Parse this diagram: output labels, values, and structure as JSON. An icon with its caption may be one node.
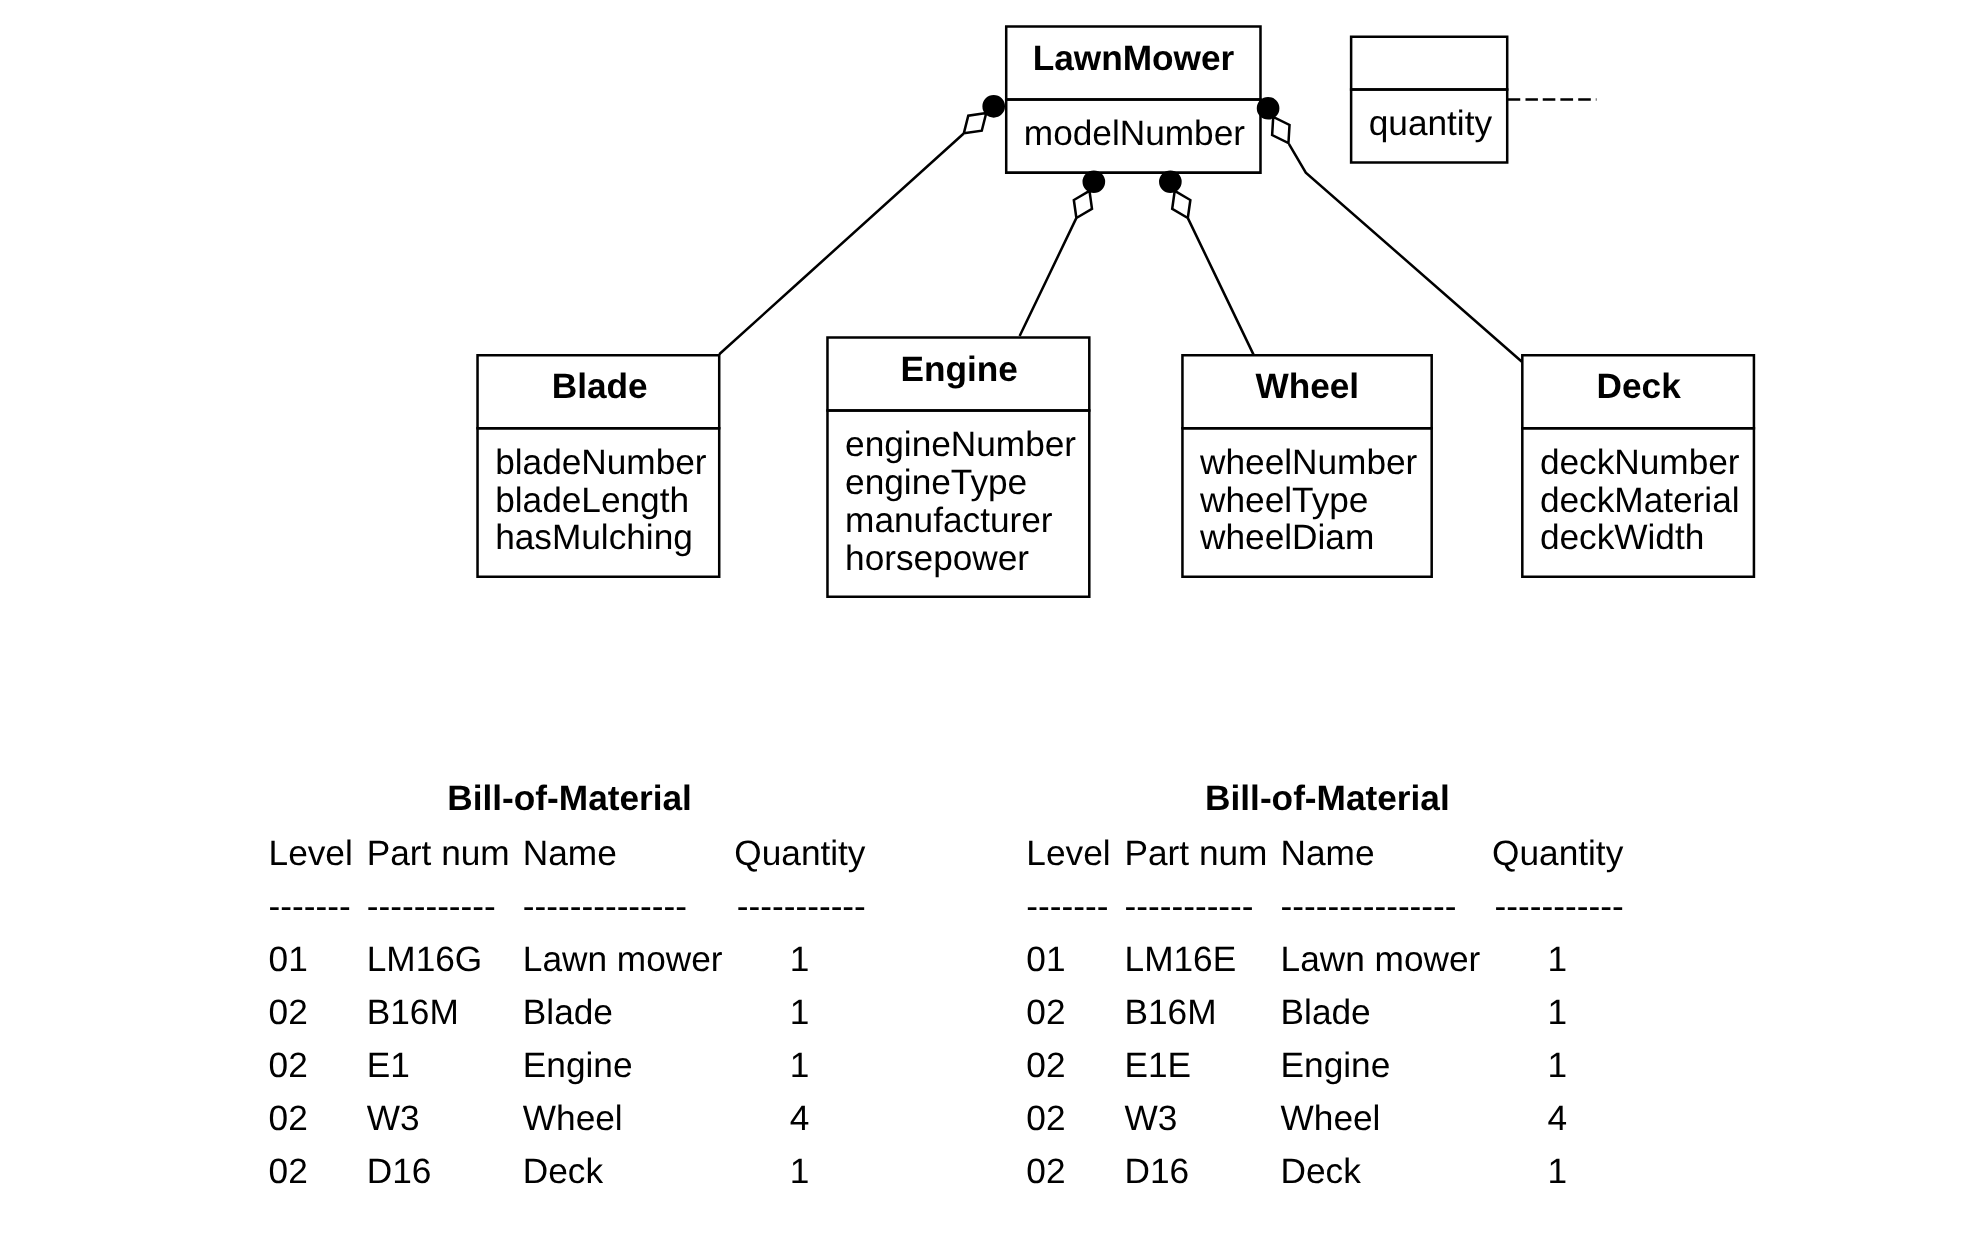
{
  "diagram": {
    "nodes": [
      {
        "text": [
          "LawnMower",
          "modelNumber"
        ]
      },
      {
        "text": [
          "Blade",
          "bladeNumber bladeLength hasMulching"
        ]
      },
      {
        "text": [
          "Engine",
          "engineNumber engineType manufacturer horsepower"
        ]
      },
      {
        "text": [
          "Wheel",
          "wheelNumber wheelType wheelDiam"
        ]
      },
      {
        "text": [
          "Deck",
          "deckNumber deckMaterial deckWidth"
        ]
      },
      {
        "text": [
          "quantity"
        ]
      }
    ],
    "edges": [
      {
        "from": 0,
        "to": 1,
        "arrow": "other"
      },
      {
        "from": 0,
        "to": 2,
        "arrow": "other"
      },
      {
        "from": 0,
        "to": 3,
        "arrow": "other"
      },
      {
        "from": 0,
        "to": 4,
        "arrow": "other"
      },
      {
        "from": 5,
        "to": null,
        "arrow": "none",
        "style": "dashed"
      }
    ],
    "labels": [
      "Bill-of-Material",
      "Level",
      "Part num",
      "Name",
      "Quantity",
      "-------",
      "-----------",
      "--------------",
      "-----------",
      "01",
      "LM16G",
      "Lawn mower",
      "1",
      "02",
      "B16M",
      "Blade",
      "1",
      "02",
      "E1",
      "Engine",
      "1",
      "02",
      "W3",
      "Wheel",
      "4",
      "02",
      "D16",
      "Deck",
      "1",
      "Bill-of-Material",
      "Level",
      "Part num",
      "Name",
      "Quantity",
      "-------",
      "-----------",
      "---------------",
      "-----------",
      "01",
      "LM16E",
      "Lawn mower",
      "1",
      "02",
      "B16M",
      "Blade",
      "1",
      "02",
      "E1E",
      "Engine",
      "1",
      "02",
      "W3",
      "Wheel",
      "4",
      "02",
      "D16",
      "Deck",
      "1"
    ]
  }
}
